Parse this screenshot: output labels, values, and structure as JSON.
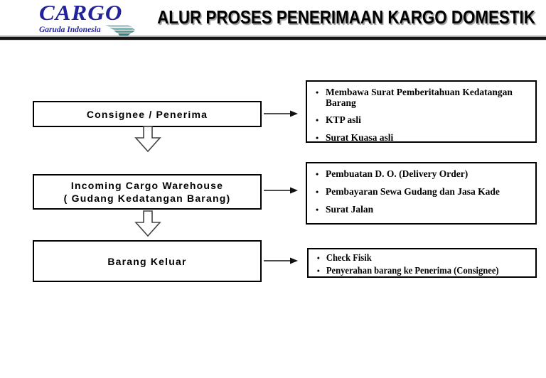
{
  "header": {
    "logo": {
      "brand": "CARGO",
      "subbrand": "Garuda Indonesia"
    },
    "title": "ALUR PROSES PENERIMAAN KARGO DOMESTIK"
  },
  "flow": {
    "steps": [
      {
        "label_lines": [
          "Consignee / Penerima"
        ],
        "details": [
          "Membawa Surat Pemberitahuan Kedatangan Barang",
          "KTP asli",
          "Surat Kuasa asli"
        ]
      },
      {
        "label_lines": [
          "Incoming Cargo Warehouse",
          "( Gudang Kedatangan Barang)"
        ],
        "details": [
          "Pembuatan D. O. (Delivery Order)",
          "Pembayaran Sewa Gudang dan Jasa Kade",
          "Surat Jalan"
        ]
      },
      {
        "label_lines": [
          "Barang Keluar"
        ],
        "details": [
          "Check Fisik",
          "Penyerahan barang ke Penerima (Consignee)"
        ]
      }
    ]
  },
  "colors": {
    "brand_navy": "#22229a",
    "bird_teal_dark": "#2e8585",
    "bird_teal_light": "#aecfcf",
    "title_text": "#000000",
    "title_shadow": "#9a9a9a",
    "box_border": "#000000",
    "background": "#ffffff"
  }
}
